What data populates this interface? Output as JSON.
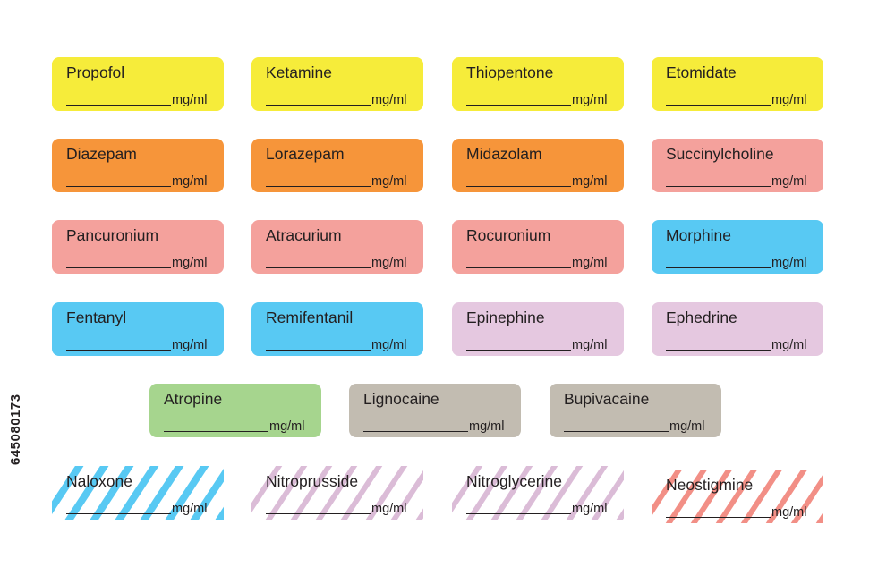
{
  "unit": "mg/ml",
  "side_id": "645080173",
  "colors": {
    "induction_yellow": "#f6ec3a",
    "benzodiazepine_orange": "#f6953a",
    "relaxant_salmon": "#f4a19c",
    "opioid_blue": "#58c9f3",
    "vasopressor_lilac": "#e5c8e0",
    "anticholinergic_green": "#a6d58e",
    "local_anaesthetic_grey": "#c2bcb1",
    "naloxone_stripe": "#58c9f3",
    "nitro_stripe": "#dbbcd7",
    "neostigmine_stripe": "#f28f86"
  },
  "labels": [
    {
      "name": "Propofol"
    },
    {
      "name": "Ketamine"
    },
    {
      "name": "Thiopentone"
    },
    {
      "name": "Etomidate"
    },
    {
      "name": "Diazepam"
    },
    {
      "name": "Lorazepam"
    },
    {
      "name": "Midazolam"
    },
    {
      "name": "Succinylcholine"
    },
    {
      "name": "Pancuronium"
    },
    {
      "name": "Atracurium"
    },
    {
      "name": "Rocuronium"
    },
    {
      "name": "Morphine"
    },
    {
      "name": "Fentanyl"
    },
    {
      "name": "Remifentanil"
    },
    {
      "name": "Epinephine"
    },
    {
      "name": "Ephedrine"
    },
    {
      "name": "Atropine"
    },
    {
      "name": "Lignocaine"
    },
    {
      "name": "Bupivacaine"
    },
    {
      "name": "Naloxone"
    },
    {
      "name": "Nitroprusside"
    },
    {
      "name": "Nitroglycerine"
    },
    {
      "name": "Neostigmine"
    }
  ]
}
